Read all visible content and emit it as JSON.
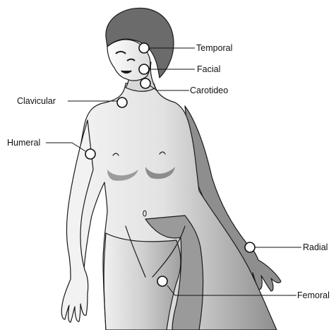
{
  "colors": {
    "hair": "#6b6b6b",
    "skin_dark": "#8a8a8a",
    "skin_light": "#eeeeee",
    "skin_mid": "#bdbdbd",
    "shade": "#a8a8a8",
    "outline": "#1a1a1a"
  },
  "pulse_points": [
    {
      "id": "temporal",
      "label": "Temporal"
    },
    {
      "id": "facial",
      "label": "Facial"
    },
    {
      "id": "carotideo",
      "label": "Carotideo"
    },
    {
      "id": "clavicular",
      "label": "Clavicular"
    },
    {
      "id": "humeral",
      "label": "Humeral"
    },
    {
      "id": "radial",
      "label": "Radial"
    },
    {
      "id": "femoral",
      "label": "Femoral"
    }
  ]
}
